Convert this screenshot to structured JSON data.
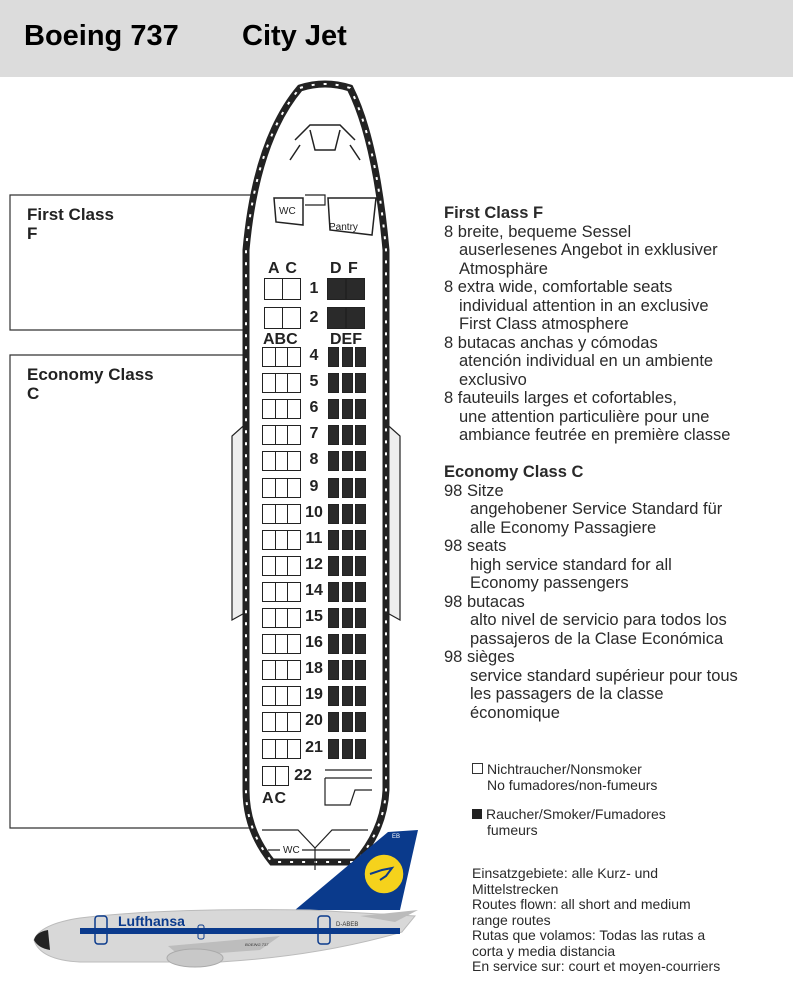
{
  "header": {
    "aircraft": "Boeing 737",
    "name": "City Jet"
  },
  "diagram": {
    "first_class_label": "First Class",
    "first_class_code": "F",
    "economy_class_label": "Economy Class",
    "economy_class_code": "C",
    "wc_front": "WC",
    "pantry": "Pantry",
    "wc_rear": "WC",
    "first_cols_left": "A C",
    "first_cols_right": "D F",
    "econ_cols_left": "ABC",
    "econ_cols_right": "DEF",
    "last_row_cols": "AC",
    "first_rows": [
      "1",
      "2"
    ],
    "economy_rows": [
      "4",
      "5",
      "6",
      "7",
      "8",
      "9",
      "10",
      "11",
      "12",
      "14",
      "15",
      "16",
      "18",
      "19",
      "20",
      "21"
    ],
    "last_row": "22"
  },
  "first_class": {
    "title": "First Class F",
    "lines": [
      {
        "num": "8",
        "text": "breite, bequeme Sessel",
        "sub": [
          "auserlesenes Angebot in exklusiver",
          "Atmosphäre"
        ]
      },
      {
        "num": "8",
        "text": "extra wide, comfortable seats",
        "sub": [
          "individual attention in an exclusive",
          "First Class atmosphere"
        ]
      },
      {
        "num": "8",
        "text": "butacas anchas y cómodas",
        "sub": [
          "atención individual en un ambiente",
          "exclusivo"
        ]
      },
      {
        "num": "8",
        "text": "fauteuils larges et cofortables,",
        "sub": [
          "une attention particulière pour une",
          "ambiance feutrée en première classe"
        ]
      }
    ]
  },
  "economy": {
    "title": "Economy Class C",
    "lines": [
      {
        "num": "98",
        "text": "Sitze",
        "sub": [
          "angehobener Service Standard für",
          "alle Economy Passagiere"
        ]
      },
      {
        "num": "98",
        "text": "seats",
        "sub": [
          "high service standard for all",
          "Economy passengers"
        ]
      },
      {
        "num": "98",
        "text": "butacas",
        "sub": [
          "alto nivel de servicio para todos los",
          "passajeros de la Clase Económica"
        ]
      },
      {
        "num": "98",
        "text": "sièges",
        "sub": [
          "service standard supérieur pour tous",
          "les passagers de la classe",
          "économique"
        ]
      }
    ]
  },
  "legend": {
    "nonsmoker_1": "Nichtraucher/Nonsmoker",
    "nonsmoker_2": "No fumadores/non-fumeurs",
    "smoker_1": "Raucher/Smoker/Fumadores",
    "smoker_2": "fumeurs"
  },
  "routes": [
    "Einsatzgebiete: alle Kurz- und",
    "Mittelstrecken",
    "Routes flown: all short and medium",
    "range routes",
    "Rutas que volamos: Todas las rutas a",
    "corta y media distancia",
    "En service sur: court et moyen-courriers"
  ],
  "plane": {
    "brand": "Lufthansa",
    "registration": "D-ABEB",
    "tail_code": "EB",
    "model_mark": "BOEING 737"
  },
  "colors": {
    "header_bg": "#dcdcdc",
    "lufthansa_blue": "#0a3a8c",
    "lufthansa_yellow": "#f5d21c"
  }
}
